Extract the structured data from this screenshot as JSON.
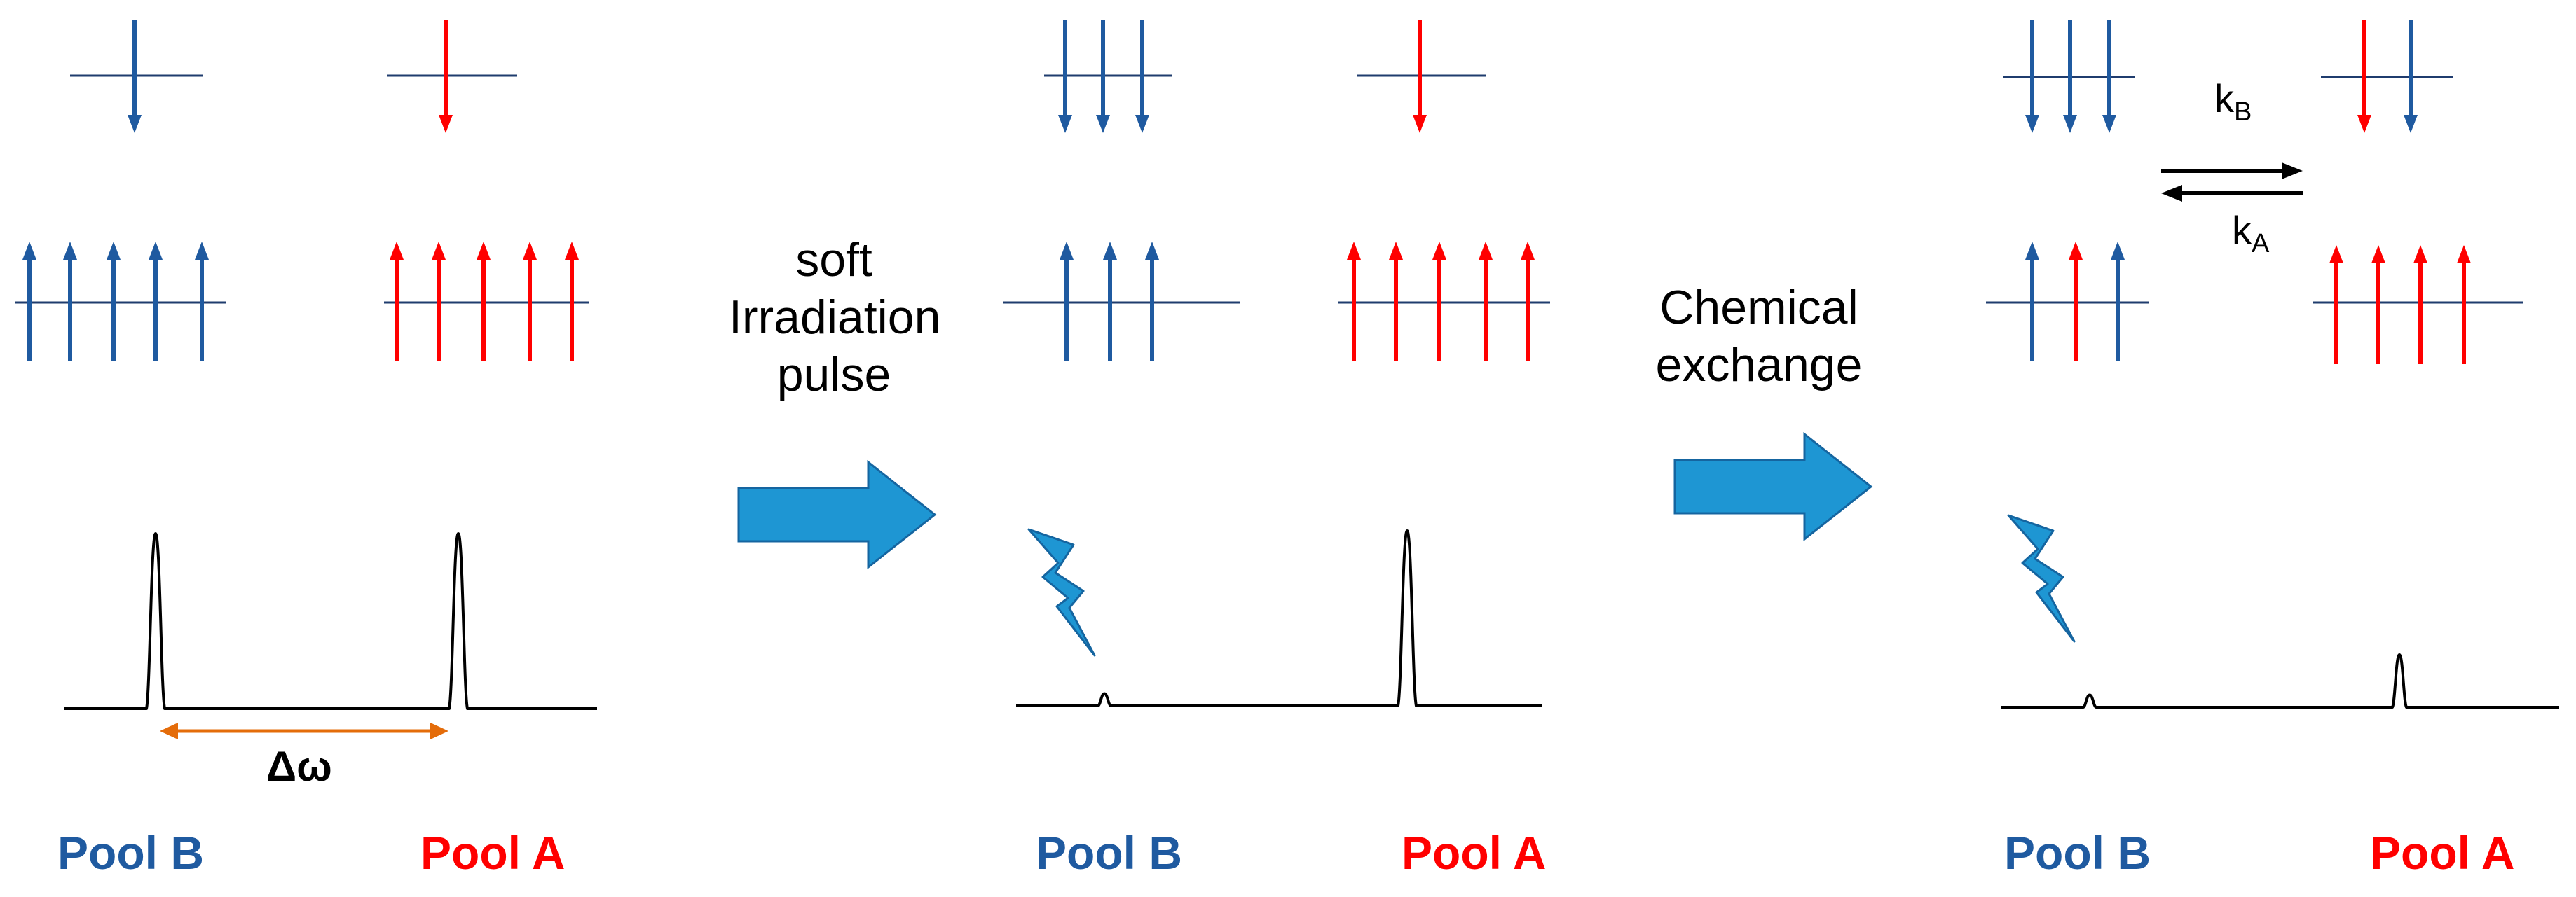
{
  "colors": {
    "pool_b": "#1f5aa0",
    "pool_a": "#ff0000",
    "process_arrow": "#1e96d3",
    "process_arrow_border": "#1565a0",
    "delta_arrow": "#e46c0a",
    "line": "#000000"
  },
  "labels": {
    "pool_b": "Pool B",
    "pool_a": "Pool A",
    "delta_omega": "Δω",
    "step1": [
      "soft",
      "Irradiation",
      "pulse"
    ],
    "step2": [
      "Chemical",
      "exchange"
    ],
    "k": "k",
    "k_b_sub": "B",
    "k_a_sub": "A"
  },
  "panels": [
    {
      "name": "before",
      "pool_b": {
        "up": 5,
        "down": 1
      },
      "pool_a": {
        "up": 5,
        "down": 1
      },
      "peak_b": 1.0,
      "peak_a": 1.0
    },
    {
      "name": "after-saturation",
      "pool_b": {
        "up": 3,
        "down": 3
      },
      "pool_a": {
        "up": 5,
        "down": 1
      },
      "peak_b": 0.07,
      "peak_a": 1.0
    },
    {
      "name": "after-exchange",
      "pool_b": {
        "up": 3,
        "down": 3
      },
      "pool_a": {
        "up": 4,
        "down": 2
      },
      "peak_b": 0.07,
      "peak_a": 0.3
    }
  ],
  "icons": [
    "lightning-icon",
    "process-arrow-icon",
    "equilibrium-arrows-icon",
    "double-headed-arrow-icon"
  ]
}
